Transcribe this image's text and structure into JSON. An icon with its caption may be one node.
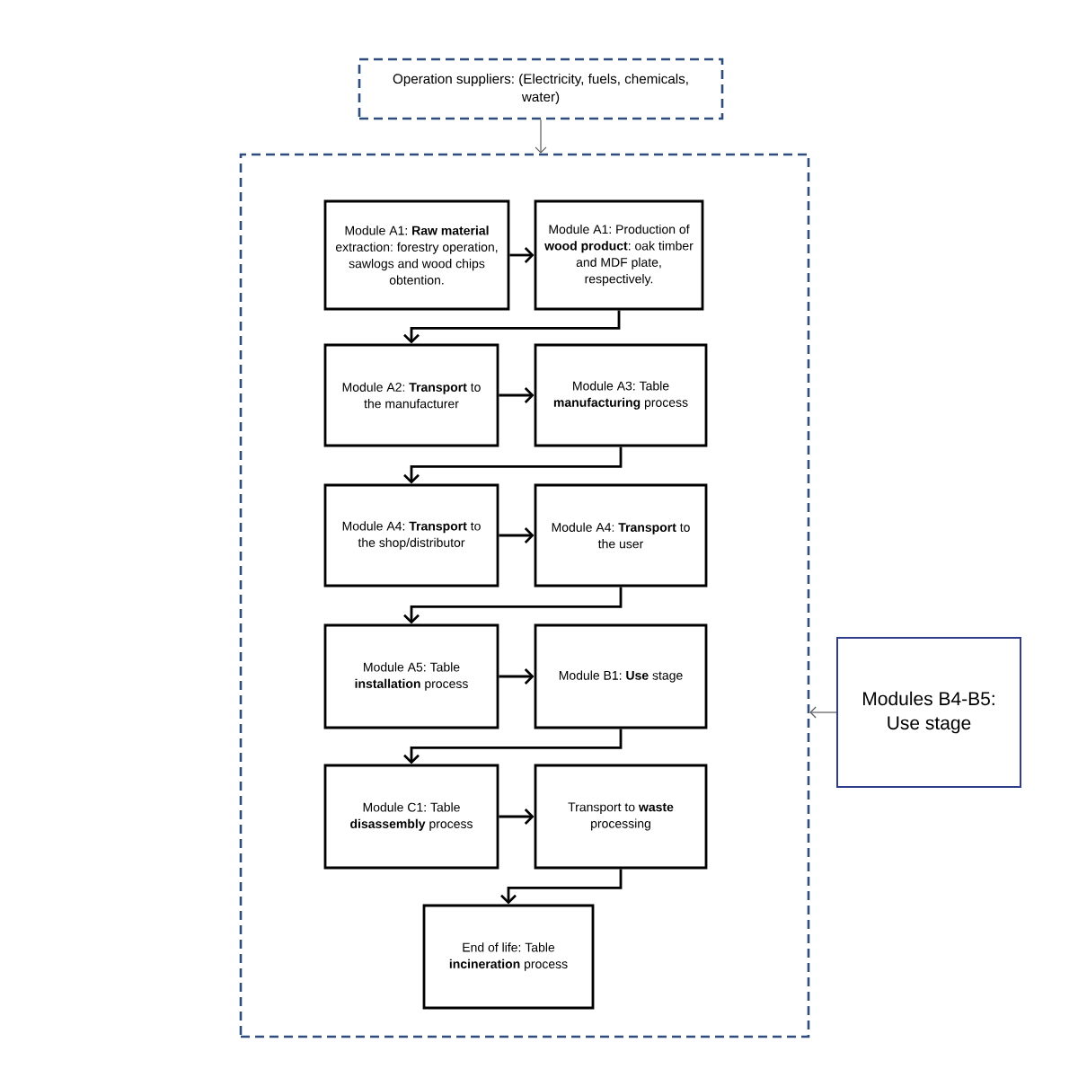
{
  "diagram": {
    "nodes": [
      {
        "text": [
          "Operation suppliers: (Electricity, fuels, chemicals, water)"
        ]
      },
      {
        "text": [],
        "shape": "box"
      },
      {
        "text": [
          "Module A1: **Raw material** extraction: forestry operation, sawlogs and wood chips obtention."
        ],
        "in": 1
      },
      {
        "text": [
          "Module A1: Production of **wood product**: oak timber and MDF plate, respectively."
        ],
        "in": 1
      },
      {
        "text": [
          "Module A2: **Transport** to the manufacturer"
        ],
        "in": 1
      },
      {
        "text": [
          "Module A3: Table **manufacturing** process"
        ],
        "in": 1
      },
      {
        "text": [
          "Module A4: **Transport** to the shop/distributor"
        ],
        "in": 1
      },
      {
        "text": [
          "Module A4: **Transport** to the user"
        ],
        "in": 1
      },
      {
        "text": [
          "Module A5: Table **installation** process"
        ],
        "in": 1
      },
      {
        "text": [
          "Module B1: **Use** stage"
        ],
        "in": 1
      },
      {
        "text": [
          "Module C1: Table **disassembly** process"
        ],
        "in": 1
      },
      {
        "text": [
          "Transport to **waste** processing"
        ],
        "in": 1
      },
      {
        "text": [
          "End of life: Table **incineration** process"
        ],
        "in": 1
      },
      {
        "text": [
          "Modules B4-B5: Use stage"
        ]
      }
    ],
    "edges": [
      {
        "from": 0,
        "to": 1,
        "arrow": "to",
        "color": "#595959"
      },
      {
        "from": 13,
        "to": 1,
        "arrow": "to",
        "color": "#595959"
      },
      {
        "from": 2,
        "to": 3,
        "arrow": "to"
      },
      {
        "from": 3,
        "to": 4,
        "arrow": "to"
      },
      {
        "from": 4,
        "to": 5,
        "arrow": "to"
      },
      {
        "from": 5,
        "to": 6,
        "arrow": "to"
      },
      {
        "from": 6,
        "to": 7,
        "arrow": "to"
      },
      {
        "from": 7,
        "to": 8,
        "arrow": "to"
      },
      {
        "from": 8,
        "to": 9,
        "arrow": "to"
      },
      {
        "from": 9,
        "to": 10,
        "arrow": "to"
      },
      {
        "from": 10,
        "to": 11,
        "arrow": "to"
      },
      {
        "from": 11,
        "to": 12,
        "arrow": "to"
      }
    ]
  }
}
